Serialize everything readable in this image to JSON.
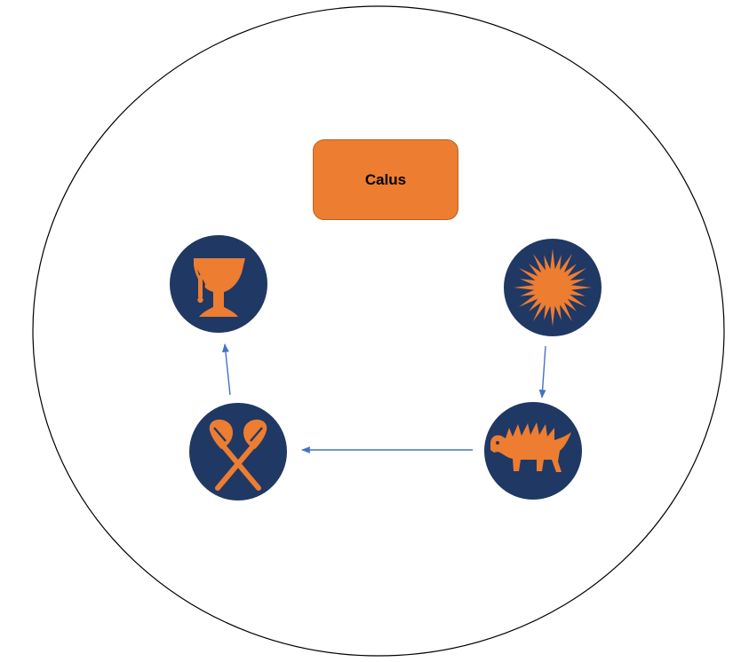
{
  "diagram": {
    "title": "Calus",
    "colors": {
      "accent": "#ED7D31",
      "node_fill": "#203864",
      "arrow": "#4472C4",
      "outline": "#000000",
      "background": "#FFFFFF"
    },
    "nodes": [
      {
        "id": "chalice",
        "icon": "chalice-icon"
      },
      {
        "id": "sun",
        "icon": "sun-icon"
      },
      {
        "id": "beast",
        "icon": "beast-icon"
      },
      {
        "id": "axes",
        "icon": "crossed-axes-icon"
      }
    ],
    "edges": [
      {
        "from": "sun",
        "to": "beast"
      },
      {
        "from": "beast",
        "to": "axes"
      },
      {
        "from": "axes",
        "to": "chalice"
      }
    ]
  }
}
